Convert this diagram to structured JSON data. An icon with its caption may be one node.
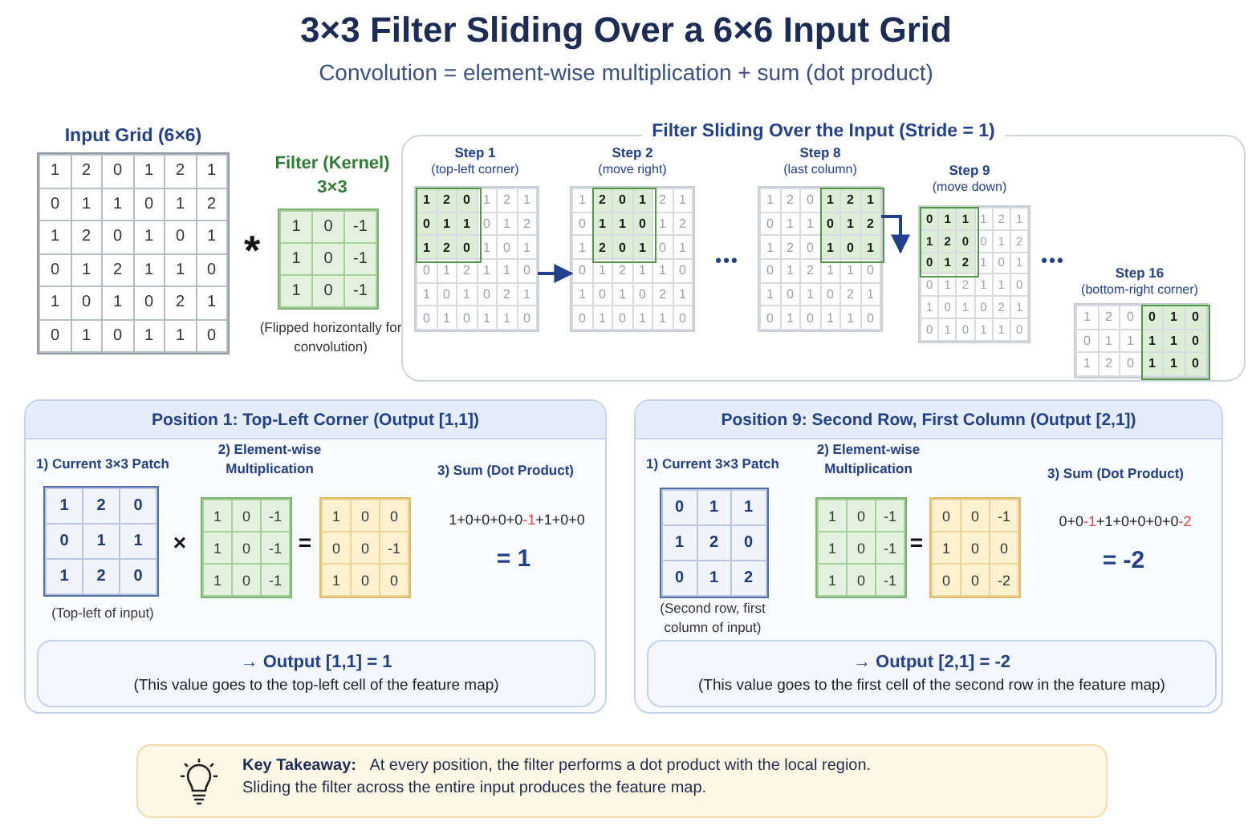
{
  "diagram": {
    "title": "3×3 Filter Sliding Over a 6×6 Input Grid",
    "nodes": [
      {
        "text": [
          "1",
          "2",
          "0",
          "1",
          "2",
          "1",
          "0",
          "1",
          "1",
          "0",
          "1",
          "2",
          "1",
          "2",
          "0",
          "1",
          "0",
          "1",
          "0",
          "1",
          "2",
          "1",
          "1",
          "0",
          "1",
          "0",
          "1",
          "0",
          "2",
          "1",
          "0",
          "1",
          "0",
          "1",
          "1",
          "0"
        ],
        "beside": [
          "Input Grid (6×6)"
        ]
      },
      {
        "text": [
          "1",
          "0",
          "-1",
          "1",
          "0",
          "-1",
          "1",
          "0",
          "-1"
        ],
        "beside": [
          "Filter (Kernel) 3×3",
          "(Flipped horizontally for convolution)"
        ]
      },
      {
        "text": [
          "Filter Sliding Over the Input (Stride = 1)"
        ]
      },
      {
        "text": [
          "1",
          "2",
          "0",
          "1",
          "2",
          "1",
          "0",
          "1",
          "1",
          "0",
          "1",
          "2",
          "1",
          "2",
          "0",
          "1",
          "0",
          "1",
          "0",
          "1",
          "2",
          "1",
          "1",
          "0",
          "1",
          "0",
          "1",
          "0",
          "2",
          "1",
          "0",
          "1",
          "0",
          "1",
          "1",
          "0"
        ],
        "in": 2,
        "beside": [
          "Step 1",
          "(top-left corner)"
        ]
      },
      {
        "text": [
          "1",
          "2",
          "0",
          "1",
          "2",
          "1",
          "0",
          "1",
          "1",
          "0",
          "1",
          "2",
          "1",
          "2",
          "0",
          "1",
          "0",
          "1",
          "0",
          "1",
          "2",
          "1",
          "1",
          "0",
          "1",
          "0",
          "1",
          "0",
          "2",
          "1",
          "0",
          "1",
          "0",
          "1",
          "1",
          "0"
        ],
        "in": 2,
        "beside": [
          "Step 2",
          "(move right)"
        ]
      },
      {
        "text": [
          "1",
          "2",
          "0",
          "1",
          "2",
          "1",
          "0",
          "1",
          "1",
          "0",
          "1",
          "2",
          "1",
          "2",
          "0",
          "1",
          "0",
          "1",
          "0",
          "1",
          "2",
          "1",
          "1",
          "0",
          "1",
          "0",
          "1",
          "0",
          "2",
          "1",
          "0",
          "1",
          "0",
          "1",
          "1",
          "0"
        ],
        "in": 2,
        "beside": [
          "Step 8",
          "(last column)"
        ]
      },
      {
        "text": [
          "0",
          "1",
          "1",
          "1",
          "2",
          "1",
          "1",
          "2",
          "0",
          "0",
          "1",
          "2",
          "0",
          "1",
          "2",
          "1",
          "0",
          "1",
          "0",
          "1",
          "2",
          "1",
          "1",
          "0",
          "1",
          "0",
          "1",
          "0",
          "2",
          "1",
          "0",
          "1",
          "0",
          "1",
          "1",
          "0"
        ],
        "in": 2,
        "beside": [
          "Step 9",
          "(move down)"
        ]
      },
      {
        "text": [
          "1",
          "2",
          "0",
          "0",
          "1",
          "0",
          "0",
          "1",
          "1",
          "1",
          "1",
          "0",
          "1",
          "2",
          "0",
          "1",
          "1",
          "0"
        ],
        "in": 2,
        "beside": [
          "Step 16",
          "(bottom-right corner)"
        ]
      },
      {
        "text": [
          "Position 1: Top-Left Corner (Output [1,1])"
        ]
      },
      {
        "text": [
          "1",
          "2",
          "0",
          "0",
          "1",
          "1",
          "1",
          "2",
          "0"
        ],
        "in": 8,
        "beside": [
          "1) Current 3×3 Patch",
          "(Top-left of input)"
        ]
      },
      {
        "text": [
          "1",
          "0",
          "-1",
          "1",
          "0",
          "-1",
          "1",
          "0",
          "-1"
        ],
        "in": 8,
        "beside": [
          "2) Element-wise Multiplication"
        ]
      },
      {
        "text": [
          "1",
          "0",
          "0",
          "0",
          "0",
          "-1",
          "1",
          "0",
          "0"
        ],
        "in": 8
      },
      {
        "text": [
          "→ Output [1,1] = 1",
          "(This value goes to the top-left cell of the feature map)"
        ],
        "in": 8
      },
      {
        "text": [
          "Position 9: Second Row, First Column (Output [2,1])"
        ]
      },
      {
        "text": [
          "0",
          "1",
          "1",
          "1",
          "2",
          "0",
          "0",
          "1",
          "2"
        ],
        "in": 13,
        "beside": [
          "1) Current 3×3 Patch",
          "(Second row, first column of input)"
        ]
      },
      {
        "text": [
          "1",
          "0",
          "-1",
          "1",
          "0",
          "-1",
          "1",
          "0",
          "-1"
        ],
        "in": 13,
        "beside": [
          "2) Element-wise Multiplication"
        ]
      },
      {
        "text": [
          "0",
          "0",
          "-1",
          "1",
          "0",
          "0",
          "0",
          "0",
          "-2"
        ],
        "in": 13
      },
      {
        "text": [
          "→ Output [2,1] = -2",
          "(This value goes to the first cell of the second row in the feature map)"
        ],
        "in": 13
      },
      {
        "text": [
          "**Key Takeaway:**  At every position, the filter performs a dot product with the local region.",
          "Sliding the filter across the entire input produces the feature map."
        ]
      }
    ],
    "edges": [
      {
        "from": 3,
        "to": 4,
        "arrow": "to"
      },
      {
        "from": 5,
        "to": 6,
        "arrow": "to"
      }
    ],
    "labels": [
      "Convolution = element-wise multiplication + sum (dot product)",
      "*",
      "• • •",
      "• • •",
      "×",
      "=",
      "3) Sum (Dot Product)",
      "1+0+0+0+0-1+1+0+0",
      "= 1",
      "=",
      "3) Sum (Dot Product)",
      "0+0-1+1+0+0+0+0-2",
      "= -2"
    ]
  }
}
